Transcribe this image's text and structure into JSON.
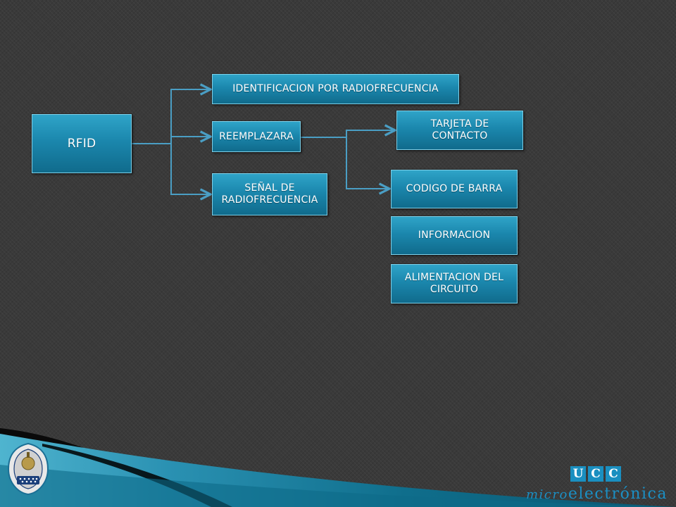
{
  "diagram": {
    "nodes": {
      "rfid": "RFID",
      "identificacion": "IDENTIFICACION POR RADIOFRECUENCIA",
      "reemplazara": "REEMPLAZARA",
      "senal": "SEÑAL DE RADIOFRECUENCIA",
      "tarjeta": "TARJETA DE CONTACTO",
      "codigo": "CODIGO DE BARRA",
      "informacion": "INFORMACION",
      "alimentacion": "ALIMENTACION DEL CIRCUITO"
    },
    "edges": [
      {
        "from": "rfid",
        "to": "identificacion"
      },
      {
        "from": "rfid",
        "to": "reemplazara"
      },
      {
        "from": "rfid",
        "to": "senal"
      },
      {
        "from": "reemplazara",
        "to": "tarjeta"
      },
      {
        "from": "reemplazara",
        "to": "codigo"
      }
    ],
    "connector_color": "#4a9ec4"
  },
  "footer": {
    "logo": {
      "letters": [
        "U",
        "C",
        "C"
      ],
      "tag_prefix": "micro",
      "tag_suffix": "electrónica",
      "color": "#1b8fc4"
    },
    "crest_icon": "school-crest-icon"
  },
  "theme": {
    "background": "#3a3a3a",
    "node_fill": "#1b87ad",
    "node_border": "#7fd0e8",
    "swoosh_colors": [
      "#4fb4cf",
      "#0f6e8c",
      "#000000"
    ]
  }
}
